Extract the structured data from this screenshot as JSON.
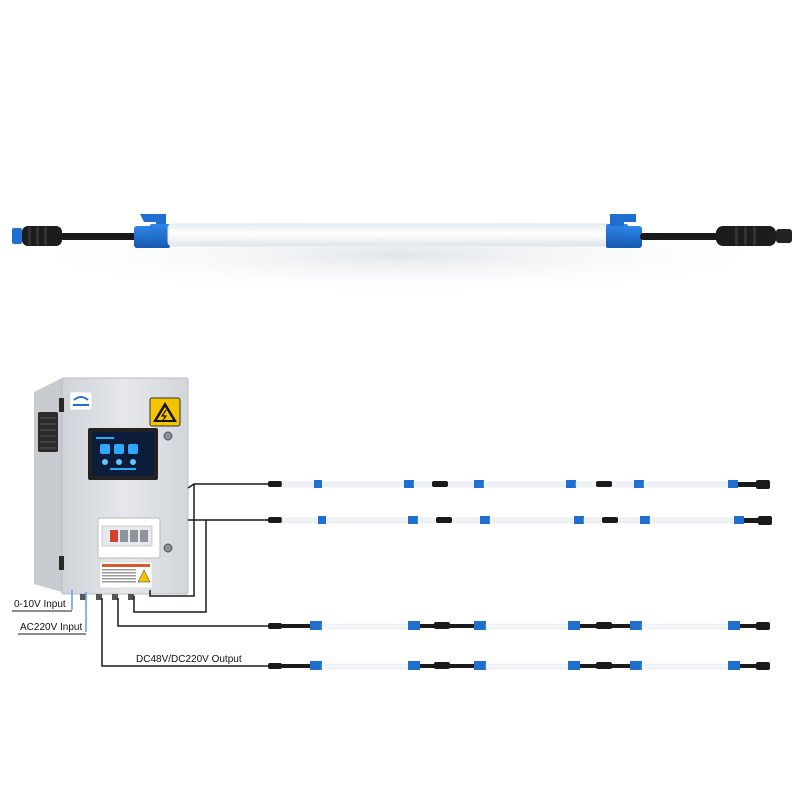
{
  "labels": {
    "input_0_10v": "0-10V Input",
    "input_ac220v": "AC220V Input",
    "output_dc": "DC48V/DC220V Output"
  },
  "colors": {
    "connector_blue": "#1f6fd1",
    "cable_black": "#1a1a1a",
    "cabinet_gray": "#dcdfe2",
    "tube_white": "#f7f9fb",
    "input_line_blue": "#5aa0e6",
    "screen_bg": "#0b1d3a",
    "screen_accent": "#2ea8ff",
    "warning_yellow": "#f5c400"
  },
  "icons": [
    "logo-icon",
    "warning-icon",
    "fan-icon",
    "lock-icon",
    "screen-app-icon"
  ]
}
